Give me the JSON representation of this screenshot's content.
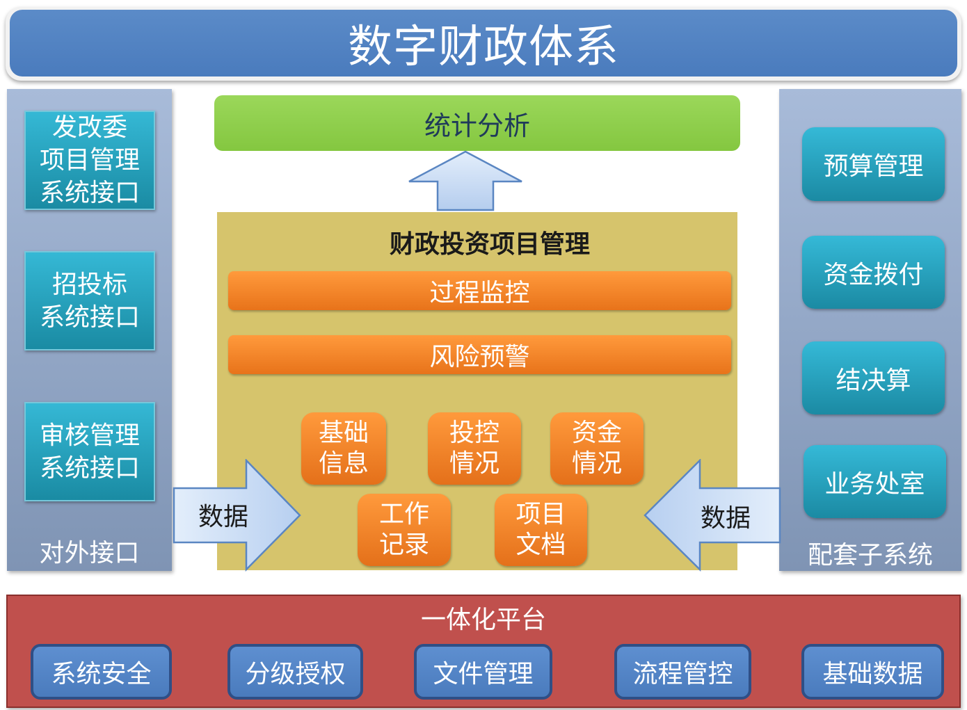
{
  "title": "数字财政体系",
  "left_panel": {
    "boxes": [
      {
        "lines": [
          "发改委",
          "项目管理",
          "系统接口"
        ]
      },
      {
        "lines": [
          "招投标",
          "系统接口"
        ]
      },
      {
        "lines": [
          "审核管理",
          "系统接口"
        ]
      }
    ],
    "label": "对外接口"
  },
  "right_panel": {
    "items": [
      "预算管理",
      "资金拨付",
      "结决算",
      "业务处室"
    ],
    "label": "配套子系统"
  },
  "center": {
    "stats": "统计分析",
    "title": "财政投资项目管理",
    "bars": [
      "过程监控",
      "风险预警"
    ],
    "tiles": [
      {
        "lines": [
          "基础",
          "信息"
        ]
      },
      {
        "lines": [
          "投控",
          "情况"
        ]
      },
      {
        "lines": [
          "资金",
          "情况"
        ]
      },
      {
        "lines": [
          "工作",
          "记录"
        ]
      },
      {
        "lines": [
          "项目",
          "文档"
        ]
      }
    ]
  },
  "arrows": {
    "left": "数据",
    "right": "数据"
  },
  "platform": {
    "title": "一体化平台",
    "items": [
      "系统安全",
      "分级授权",
      "文件管理",
      "流程管控",
      "基础数据"
    ]
  },
  "colors": {
    "title_blue": "#4a7bbd",
    "panel_steel": "#95a8c8",
    "teal": "#2aa3c0",
    "green": "#8fce4a",
    "olive": "#d6c46c",
    "orange": "#f5832a",
    "red": "#c0504d",
    "arrow_blue": "#c9dcf5"
  }
}
